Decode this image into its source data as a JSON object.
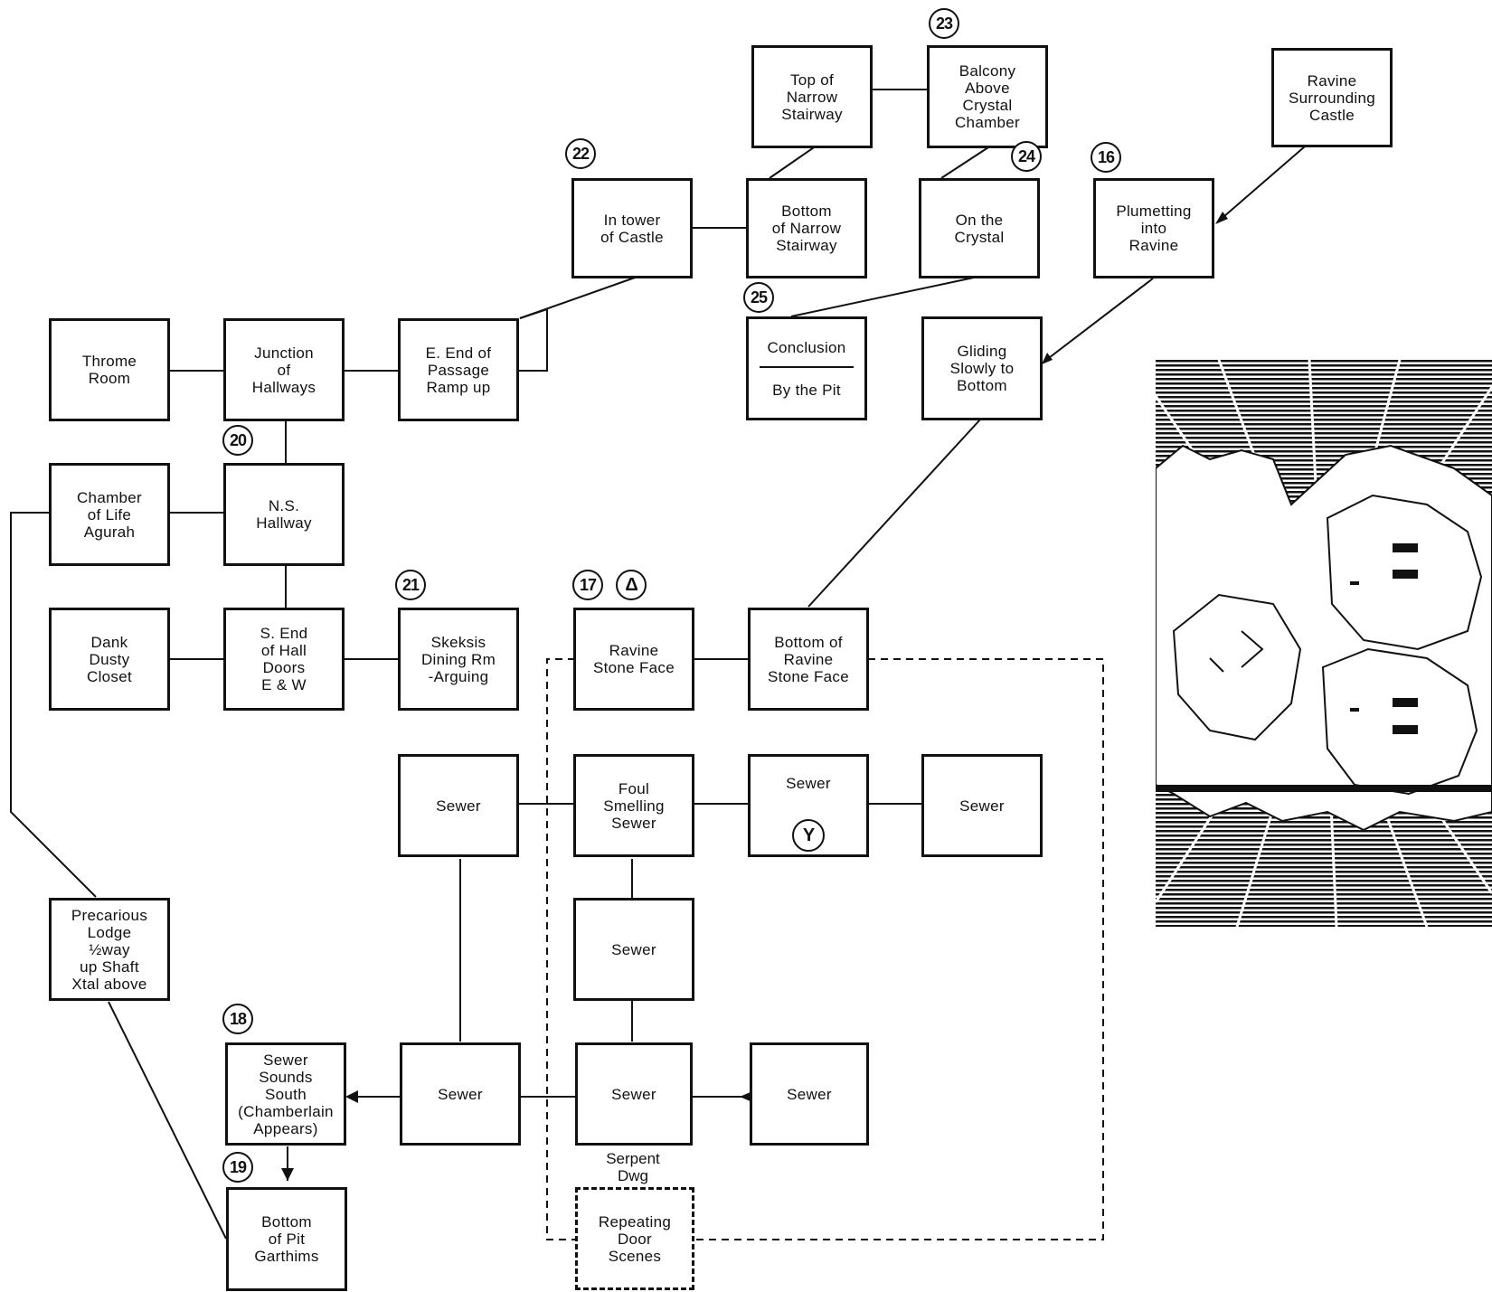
{
  "rooms": {
    "top_narrow_stair": [
      "Top of",
      "Narrow",
      "Stairway"
    ],
    "balcony": [
      "Balcony",
      "Above",
      "Crystal",
      "Chamber"
    ],
    "ravine_surrounding": [
      "Ravine",
      "Surrounding",
      "Castle"
    ],
    "in_tower": [
      "In tower",
      "of Castle"
    ],
    "bottom_narrow_stair": [
      "Bottom",
      "of Narrow",
      "Stairway"
    ],
    "on_crystal": [
      "On the",
      "Crystal"
    ],
    "plumetting": [
      "Plumetting",
      "into",
      "Ravine"
    ],
    "throme_room": [
      "Throme",
      "Room"
    ],
    "junction": [
      "Junction",
      "of",
      "Hallways"
    ],
    "e_end_passage": [
      "E. End of",
      "Passage",
      "Ramp up"
    ],
    "conclusion": [
      "Conclusion",
      "By the Pit"
    ],
    "gliding": [
      "Gliding",
      "Slowly to",
      "Bottom"
    ],
    "chamber_life": [
      "Chamber",
      "of Life",
      "Agurah"
    ],
    "ns_hallway": [
      "N.S.",
      "Hallway"
    ],
    "dank_closet": [
      "Dank",
      "Dusty",
      "Closet"
    ],
    "s_end_hall": [
      "S. End",
      "of Hall",
      "Doors",
      "E & W"
    ],
    "skeksis_dining": [
      "Skeksis",
      "Dining Rm",
      "-Arguing"
    ],
    "ravine_stone_face": [
      "Ravine",
      "Stone Face"
    ],
    "bottom_ravine_face": [
      "Bottom of",
      "Ravine",
      "Stone Face"
    ],
    "sewer_a": [
      "Sewer"
    ],
    "foul_sewer": [
      "Foul",
      "Smelling",
      "Sewer"
    ],
    "sewer_y": [
      "Sewer"
    ],
    "sewer_b": [
      "Sewer"
    ],
    "sewer_c": [
      "Sewer"
    ],
    "precarious_lodge": [
      "Precarious",
      "Lodge",
      "½way",
      "up Shaft",
      "Xtal above"
    ],
    "sewer_sounds": [
      "Sewer",
      "Sounds",
      "South",
      "(Chamberlain",
      "Appears)"
    ],
    "sewer_d": [
      "Sewer"
    ],
    "sewer_e": [
      "Sewer"
    ],
    "sewer_f": [
      "Sewer"
    ],
    "bottom_pit": [
      "Bottom",
      "of Pit",
      "Garthims"
    ],
    "repeating_door": [
      "Repeating",
      "Door",
      "Scenes"
    ]
  },
  "badges": {
    "b16": "16",
    "b17": "17",
    "b18": "18",
    "b19": "19",
    "b20": "20",
    "b21": "21",
    "b22": "22",
    "b23": "23",
    "b24": "24",
    "b25": "25",
    "delta": "Δ",
    "y_marker": "Y"
  },
  "captions": {
    "serpent": [
      "Serpent",
      "Dwg"
    ]
  },
  "illustration": {
    "subject": "gelfling-and-skeksis-portrait-icon"
  }
}
